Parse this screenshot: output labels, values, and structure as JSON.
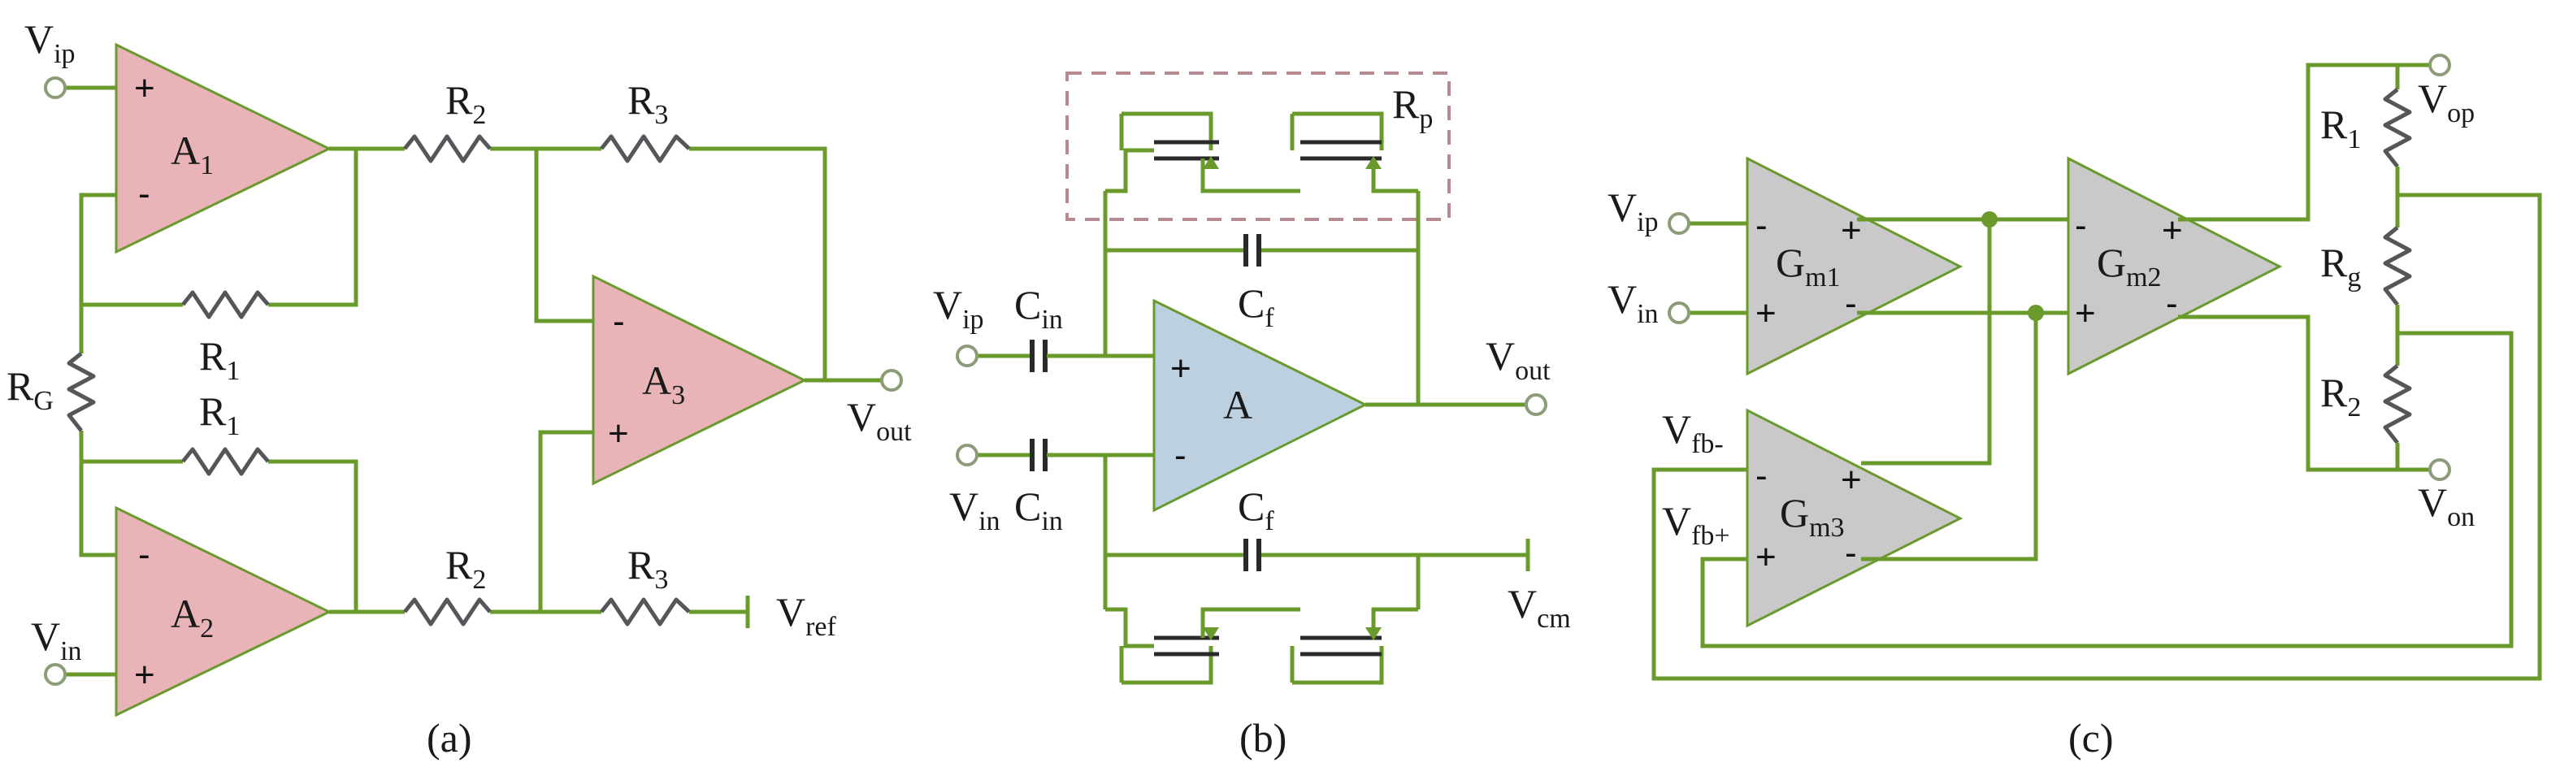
{
  "panel_a": {
    "caption": "(a)",
    "ports": {
      "vip": "V",
      "vip_sub": "ip",
      "vin": "V",
      "vin_sub": "in",
      "vout": "V",
      "vout_sub": "out",
      "vref": "V",
      "vref_sub": "ref"
    },
    "amps": {
      "a1": "A",
      "a1_sub": "1",
      "a2": "A",
      "a2_sub": "2",
      "a3": "A",
      "a3_sub": "3"
    },
    "resistors": {
      "r1_top": "R",
      "r1_top_sub": "1",
      "r1_bot": "R",
      "r1_bot_sub": "1",
      "r2_top": "R",
      "r2_top_sub": "2",
      "r2_bot": "R",
      "r2_bot_sub": "2",
      "r3_top": "R",
      "r3_top_sub": "3",
      "r3_bot": "R",
      "r3_bot_sub": "3",
      "rg": "R",
      "rg_sub": "G"
    },
    "signs": {
      "a1_plus": "+",
      "a1_minus": "-",
      "a2_minus": "-",
      "a2_plus": "+",
      "a3_minus": "-",
      "a3_plus": "+"
    }
  },
  "panel_b": {
    "caption": "(b)",
    "ports": {
      "vip": "V",
      "vip_sub": "ip",
      "vin": "V",
      "vin_sub": "in",
      "vout": "V",
      "vout_sub": "out",
      "vcm": "V",
      "vcm_sub": "cm"
    },
    "amp": "A",
    "labels": {
      "cin_top": "C",
      "cin_top_sub": "in",
      "cin_bot": "C",
      "cin_bot_sub": "in",
      "cf_top": "C",
      "cf_top_sub": "f",
      "cf_bot": "C",
      "cf_bot_sub": "f",
      "rp": "R",
      "rp_sub": "p"
    },
    "signs": {
      "plus": "+",
      "minus": "-"
    }
  },
  "panel_c": {
    "caption": "(c)",
    "ports": {
      "vip": "V",
      "vip_sub": "ip",
      "vin": "V",
      "vin_sub": "in",
      "vfbm": "V",
      "vfbm_sub": "fb-",
      "vfbp": "V",
      "vfbp_sub": "fb+",
      "vop": "V",
      "vop_sub": "op",
      "von": "V",
      "von_sub": "on"
    },
    "amps": {
      "gm1": "G",
      "gm1_sub": "m1",
      "gm2": "G",
      "gm2_sub": "m2",
      "gm3": "G",
      "gm3_sub": "m3"
    },
    "resistors": {
      "r1": "R",
      "r1_sub": "1",
      "rg": "R",
      "rg_sub": "g",
      "r2": "R",
      "r2_sub": "2"
    },
    "signs": {
      "minus": "-",
      "plus": "+"
    }
  },
  "colors": {
    "wire": "#6a9a2c",
    "amp_pink": "#e8b4b8",
    "amp_blue": "#bcd0e0",
    "amp_gray": "#c9c9c9",
    "dashed_box": "#b78a92"
  }
}
